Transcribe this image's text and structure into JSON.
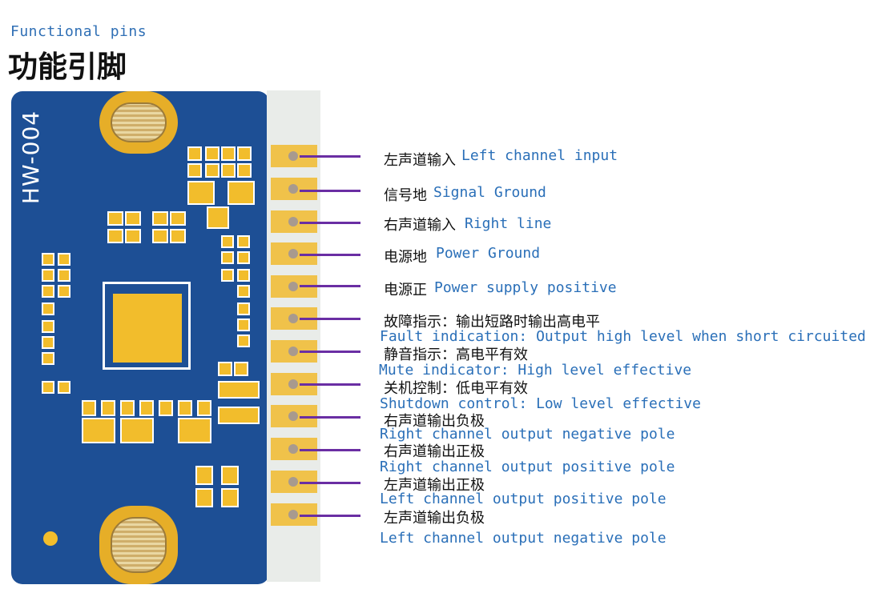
{
  "header": {
    "subtitle": "Functional pins",
    "title": "功能引脚"
  },
  "board": {
    "label": "HW-004"
  },
  "pins": [
    {
      "cn": "左声道输入",
      "en": "Left channel input"
    },
    {
      "cn": "信号地",
      "en": "Signal Ground"
    },
    {
      "cn": "右声道输入",
      "en": "Right line"
    },
    {
      "cn": "电源地",
      "en": "Power Ground"
    },
    {
      "cn": "电源正",
      "en": "Power supply positive"
    },
    {
      "cn": "故障指示：输出短路时输出高电平",
      "en": "Fault indication: Output high level when short circuited"
    },
    {
      "cn": "静音指示：高电平有效",
      "en": "Mute indicator: High level effective"
    },
    {
      "cn": "关机控制：低电平有效",
      "en": "Shutdown control: Low level effective"
    },
    {
      "cn": "右声道输出负极",
      "en": "Right channel output negative pole"
    },
    {
      "cn": "右声道输出正极",
      "en": "Right channel output positive pole"
    },
    {
      "cn": "左声道输出正极",
      "en": "Left channel output positive pole"
    },
    {
      "cn": "左声道输出负极",
      "en": "Left channel output negative pole"
    }
  ],
  "colors": {
    "board": "#1d4f95",
    "gold": "#f2bd2c",
    "line": "#6a2ea3",
    "english_text": "#2a6fb8"
  }
}
